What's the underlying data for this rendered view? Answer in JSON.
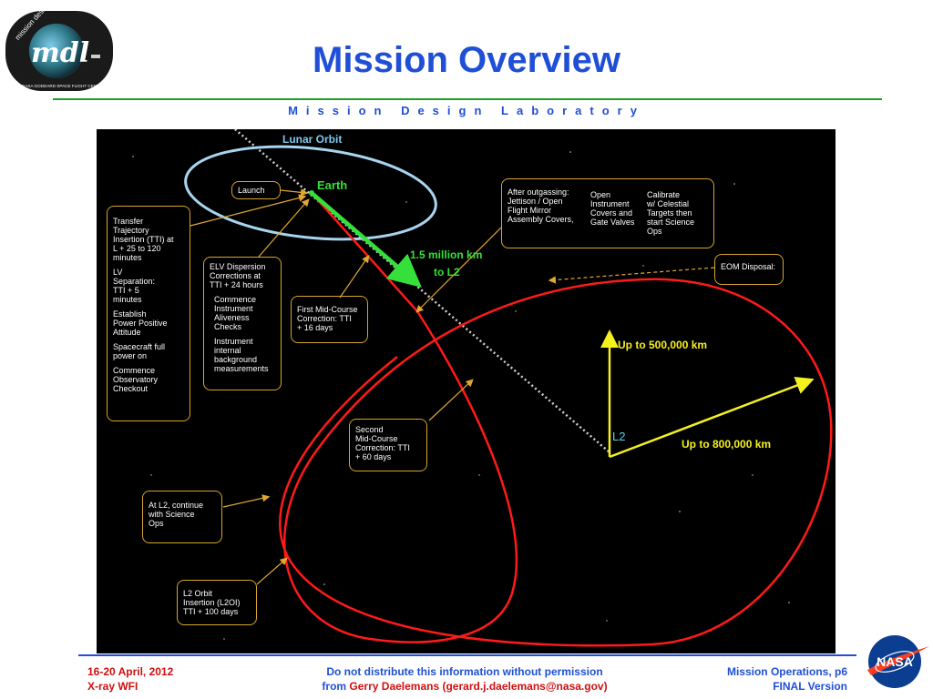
{
  "header": {
    "title": "Mission Overview",
    "subtitle": "Mission Design Laboratory",
    "logo_text": "mdl",
    "logo_ring_top": "mission design lab",
    "logo_ring_bottom": "NASA GODDARD SPACE FLIGHT CENTER"
  },
  "diagram": {
    "lunar_orbit": "Lunar Orbit",
    "earth": "Earth",
    "distance_line1": "1.5 million km",
    "distance_line2": "to L2",
    "l2": "L2",
    "up_500": "Up to 500,000 km",
    "up_800": "Up to 800,000 km",
    "launch": "Launch",
    "transfer_box": [
      "Transfer\nTrajectory\nInsertion (TTI) at\nL + 25 to 120\nminutes",
      "LV\nSeparation:\nTTI + 5\nminutes",
      "Establish\nPower Positive\nAttitude",
      "Spacecraft full\npower on",
      "Commence\nObservatory\nCheckout"
    ],
    "elv_box": [
      "ELV Dispersion\nCorrections at\nTTI + 24 hours",
      "Commence\nInstrument\nAliveness\nChecks",
      "Instrument\ninternal\nbackground\nmeasurements"
    ],
    "first_mcc": "First Mid-Course\nCorrection: TTI\n+ 16 days",
    "second_mcc": "Second\nMid-Course\nCorrection: TTI\n+ 60 days",
    "at_l2": "At L2, continue\nwith Science\nOps",
    "l2oi": "L2 Orbit\nInsertion (L2OI)\nTTI + 100 days",
    "outgas_col1": "After outgassing:\nJettison / Open\nFlight Mirror\nAssembly Covers,",
    "outgas_col2": "Open\nInstrument\nCovers and\nGate Valves",
    "outgas_col3": "Calibrate\n w/ Celestial\nTargets then\nstart Science\nOps",
    "eom": "EOM Disposal:"
  },
  "footer": {
    "date": "16-20 April, 2012",
    "program": "X-ray WFI",
    "notice_line1": "Do not distribute this information without permission",
    "notice_from": "from",
    "notice_contact": "Gerry Daelemans (gerard.j.daelemans@nasa.gov)",
    "page": "Mission Operations, p6",
    "version": "FINAL Version",
    "nasa_logo": "NASA"
  },
  "colors": {
    "title_blue": "#1f4fd6",
    "green_rule": "#1e9e2a",
    "footer_red": "#d01010",
    "box_border": "#d8a62a",
    "trajectory_red": "#ff1a1a",
    "lunar_orbit_blue": "#a8d4f0",
    "earth_green": "#35e03a",
    "axis_yellow": "#f5f020"
  }
}
